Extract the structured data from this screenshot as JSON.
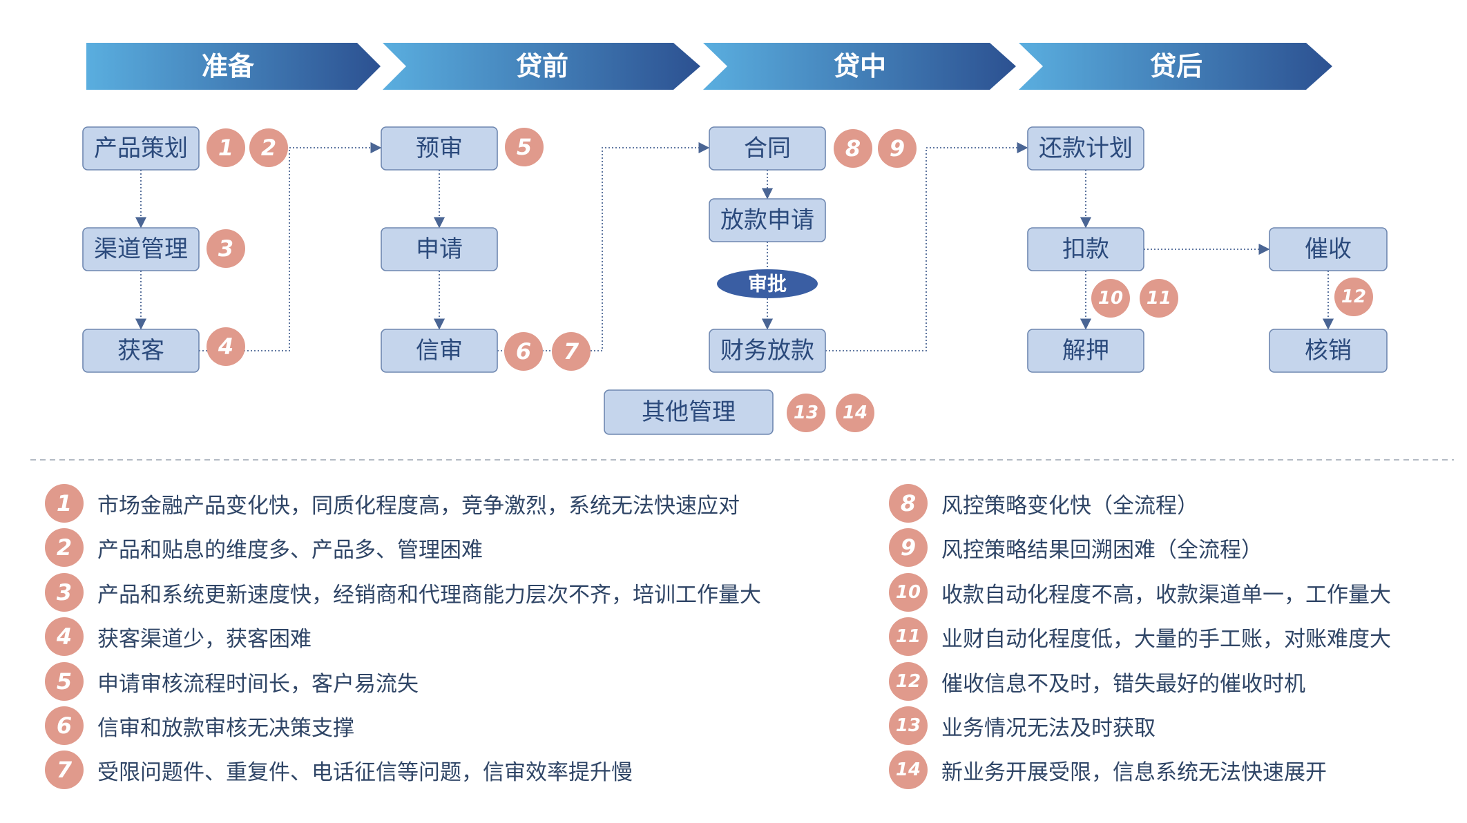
{
  "stages": [
    "准备",
    "贷前",
    "贷中",
    "贷后"
  ],
  "nodes": {
    "product_planning": "产品策划",
    "channel_mgmt": "渠道管理",
    "acquire": "获客",
    "pre_review": "预审",
    "apply": "申请",
    "credit_review": "信审",
    "contract": "合同",
    "loan_apply": "放款申请",
    "approval": "审批",
    "disbursement": "财务放款",
    "repay_plan": "还款计划",
    "deduct": "扣款",
    "collect": "催收",
    "release": "解押",
    "write_off": "核销",
    "other_mgmt": "其他管理"
  },
  "badges": {
    "b1": "1",
    "b2": "2",
    "b3": "3",
    "b4": "4",
    "b5": "5",
    "b6": "6",
    "b7": "7",
    "b8": "8",
    "b9": "9",
    "b10": "10",
    "b11": "11",
    "b12": "12",
    "b13": "13",
    "b14": "14"
  },
  "issues_left": [
    {
      "num": "1",
      "text": "市场金融产品变化快，同质化程度高，竞争激烈，系统无法快速应对"
    },
    {
      "num": "2",
      "text": "产品和贴息的维度多、产品多、管理困难"
    },
    {
      "num": "3",
      "text": "产品和系统更新速度快，经销商和代理商能力层次不齐，培训工作量大"
    },
    {
      "num": "4",
      "text": "获客渠道少，获客困难"
    },
    {
      "num": "5",
      "text": "申请审核流程时间长，客户易流失"
    },
    {
      "num": "6",
      "text": "信审和放款审核无决策支撑"
    },
    {
      "num": "7",
      "text": "受限问题件、重复件、电话征信等问题，信审效率提升慢"
    }
  ],
  "issues_right": [
    {
      "num": "8",
      "text": "风控策略变化快（全流程）"
    },
    {
      "num": "9",
      "text": "风控策略结果回溯困难（全流程）"
    },
    {
      "num": "10",
      "text": "收款自动化程度不高，收款渠道单一，工作量大"
    },
    {
      "num": "11",
      "text": "业财自动化程度低，大量的手工账，对账难度大"
    },
    {
      "num": "12",
      "text": "催收信息不及时，错失最好的催收时机"
    },
    {
      "num": "13",
      "text": "业务情况无法及时获取"
    },
    {
      "num": "14",
      "text": "新业务开展受限，信息系统无法快速展开"
    }
  ],
  "colors": {
    "arrow_light": "#5aaedf",
    "arrow_dark": "#2c5191",
    "box_fill": "#c5d5ec",
    "box_stroke": "#6e87b0",
    "badge": "#e09a8c",
    "approval_oval": "#3a5ea3",
    "text": "#2f4566"
  }
}
